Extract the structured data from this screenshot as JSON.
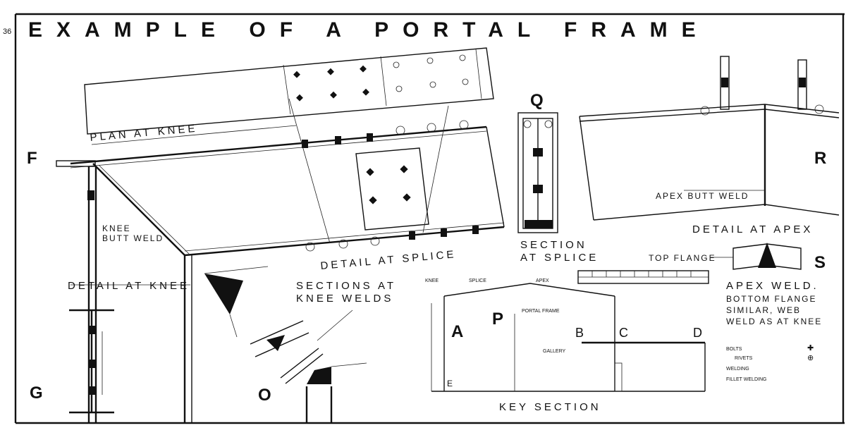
{
  "sheet": {
    "page_number": "36",
    "title": "EXAMPLE   OF   A   PORTAL   FRAME"
  },
  "views": {
    "plan_at_knee": "PLAN AT KNEE",
    "detail_at_splice": "DETAIL AT SPLICE",
    "section_at_splice_1": "SECTION",
    "section_at_splice_2": "AT SPLICE",
    "detail_at_apex": "DETAIL AT APEX",
    "detail_at_knee": "DETAIL AT KNEE",
    "sections_at_knee_welds_1": "SECTIONS AT",
    "sections_at_knee_welds_2": "KNEE WELDS",
    "key_section": "KEY SECTION"
  },
  "callouts": {
    "knee_weld_1": "KNEE",
    "knee_weld_2": "BUTT WELD",
    "apex_butt_weld": "APEX BUTT WELD",
    "top_flange": "TOP FLANGE",
    "apex_weld_1": "APEX WELD.",
    "apex_weld_2": "BOTTOM FLANGE",
    "apex_weld_3": "SIMILAR, WEB",
    "apex_weld_4": "WELD AS AT KNEE",
    "key_knee": "KNEE",
    "key_splice": "SPLICE",
    "key_apex": "APEX",
    "key_portal_frame": "PORTAL FRAME",
    "key_gallery": "GALLERY"
  },
  "section_letters": {
    "F": "F",
    "G": "G",
    "O_knee": "O",
    "Q": "Q",
    "R": "R",
    "S": "S",
    "A": "A",
    "P": "P",
    "B": "B",
    "C": "C",
    "D": "D",
    "E": "E"
  },
  "legend": {
    "bolts_label": "BOLTS",
    "rivets_label": "RIVETS",
    "welding_label": "WELDING",
    "fillet_label": "FILLET WELDING"
  }
}
